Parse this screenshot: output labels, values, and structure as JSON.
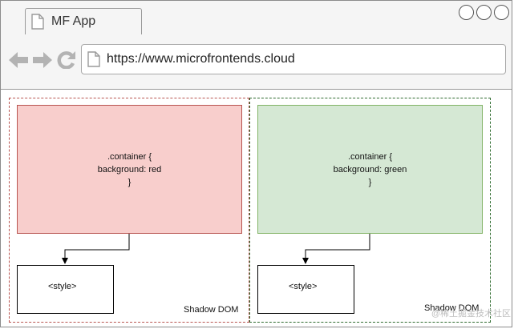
{
  "browser": {
    "tab_title": "MF App",
    "url": "https://www.microfrontends.cloud"
  },
  "diagram": {
    "panels": [
      {
        "code_lines": [
          ".container {",
          "background: red",
          "}"
        ],
        "style_label": "<style>",
        "shadow_label": "Shadow DOM",
        "fill": "#f8cecc",
        "stroke": "#b85450",
        "dash_color": "#b85450"
      },
      {
        "code_lines": [
          ".container {",
          "background: green",
          "}"
        ],
        "style_label": "<style>",
        "shadow_label": "Shadow DOM",
        "fill": "#d5e8d4",
        "stroke": "#82b366",
        "dash_color": "#2f6b2f"
      }
    ]
  },
  "watermark": "@稀土掘金技术社区"
}
